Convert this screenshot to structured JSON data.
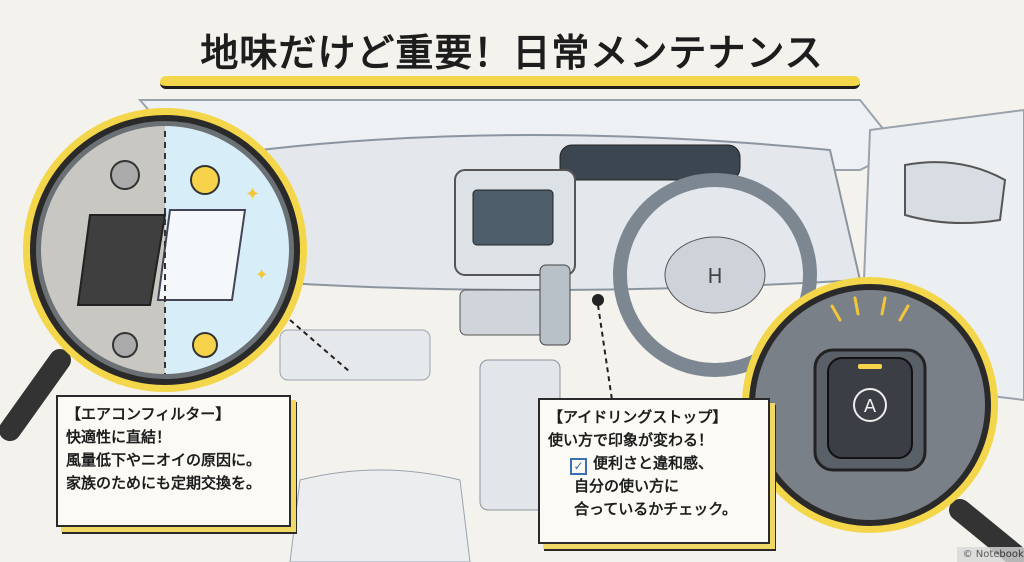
{
  "title": "地味だけど重要！日常メンテナンス",
  "air_filter_note": {
    "heading": "【エアコンフィルター】",
    "lines": [
      "快適性に直結！",
      "風量低下やニオイの原因に。",
      "家族のためにも定期交換を。"
    ]
  },
  "idle_stop_note": {
    "heading": "【アイドリングストップ】",
    "lines": [
      "使い方で印象が変わる！",
      "便利さと違和感、",
      "自分の使い方に",
      "合っているかチェック。"
    ],
    "check_icon": "checkbox-checked-icon"
  },
  "button_label": "A",
  "watermark": "© NotebookLM",
  "colors": {
    "accent_yellow": "#f3d64a",
    "clean_blue": "#bfe3f2",
    "ink": "#1d1d1d"
  }
}
